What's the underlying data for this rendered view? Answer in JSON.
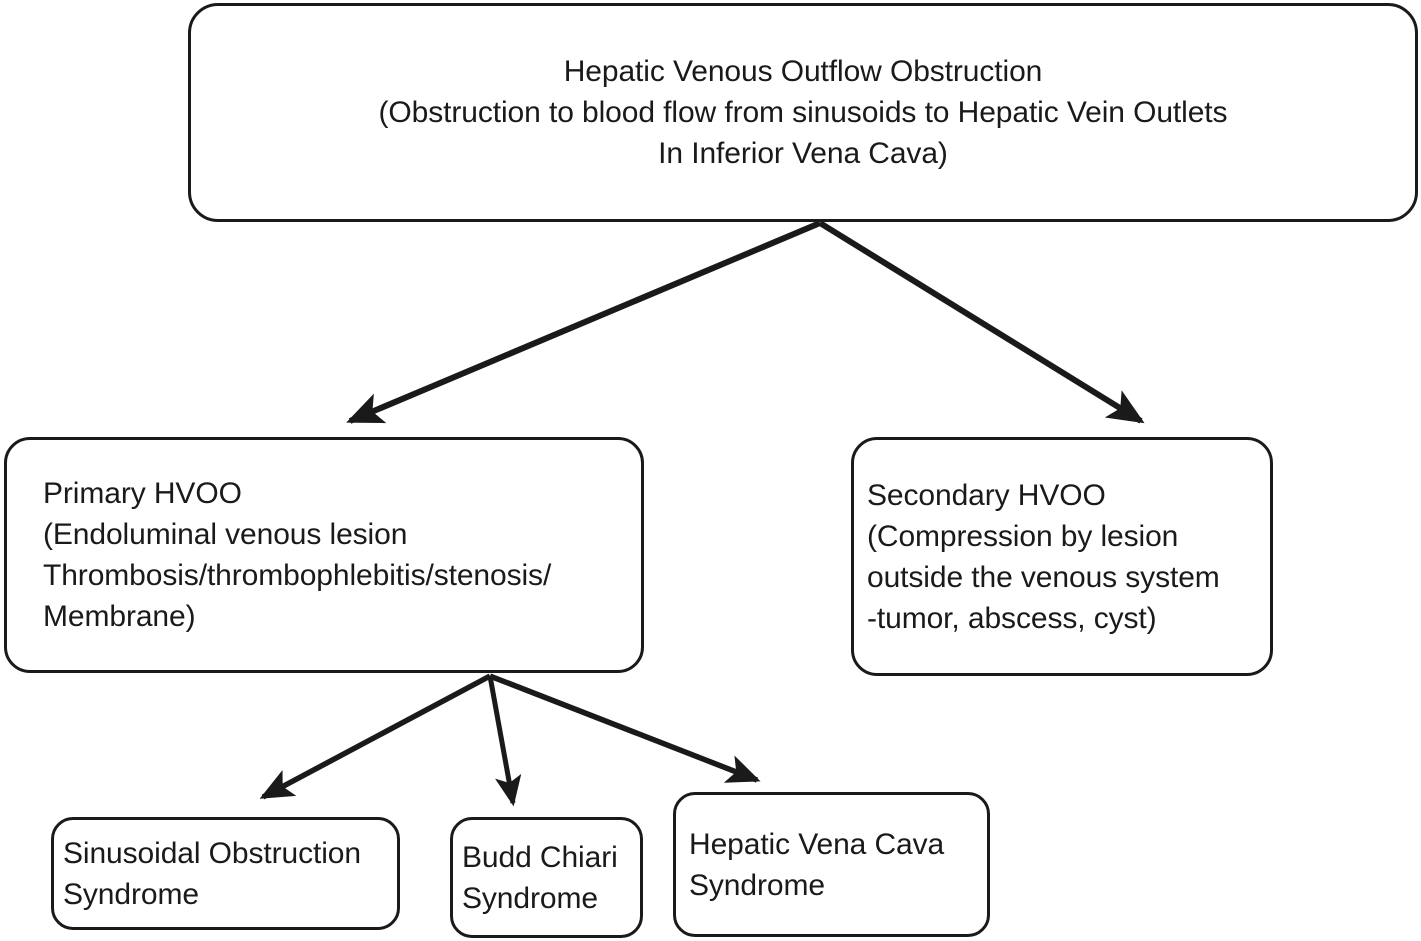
{
  "diagram": {
    "title": "Hepatic Venous Outflow Obstruction classification flowchart",
    "colors": {
      "stroke": "#1a1a1a",
      "fill": "#ffffff",
      "text": "#1a1a1a"
    },
    "nodes": {
      "root": {
        "id": "hepatic-venous-outflow-obstruction",
        "lines": [
          "Hepatic Venous Outflow Obstruction",
          "(Obstruction to blood flow from sinusoids to Hepatic Vein Outlets",
          "In Inferior Vena Cava)"
        ]
      },
      "primary": {
        "id": "primary-hvoo",
        "lines": [
          "Primary HVOO",
          "(Endoluminal venous lesion",
          "Thrombosis/thrombophlebitis/stenosis/",
          "Membrane)"
        ]
      },
      "secondary": {
        "id": "secondary-hvoo",
        "lines": [
          "Secondary HVOO",
          "(Compression by lesion",
          "outside the venous system",
          "-tumor, abscess, cyst)"
        ]
      },
      "sos": {
        "id": "sinusoidal-obstruction-syndrome",
        "lines": [
          "Sinusoidal Obstruction",
          "Syndrome"
        ]
      },
      "bcs": {
        "id": "budd-chiari-syndrome",
        "lines": [
          "Budd Chiari",
          "Syndrome"
        ]
      },
      "hvcs": {
        "id": "hepatic-vena-cava-syndrome",
        "lines": [
          "Hepatic Vena Cava",
          "Syndrome"
        ]
      }
    },
    "edges": [
      {
        "id": "root-to-primary",
        "from": "root",
        "to": "primary",
        "label": ""
      },
      {
        "id": "root-to-secondary",
        "from": "root",
        "to": "secondary",
        "label": ""
      },
      {
        "id": "primary-to-sos",
        "from": "primary",
        "to": "sos",
        "label": ""
      },
      {
        "id": "primary-to-bcs",
        "from": "primary",
        "to": "bcs",
        "label": ""
      },
      {
        "id": "primary-to-hvcs",
        "from": "primary",
        "to": "hvcs",
        "label": ""
      }
    ]
  }
}
